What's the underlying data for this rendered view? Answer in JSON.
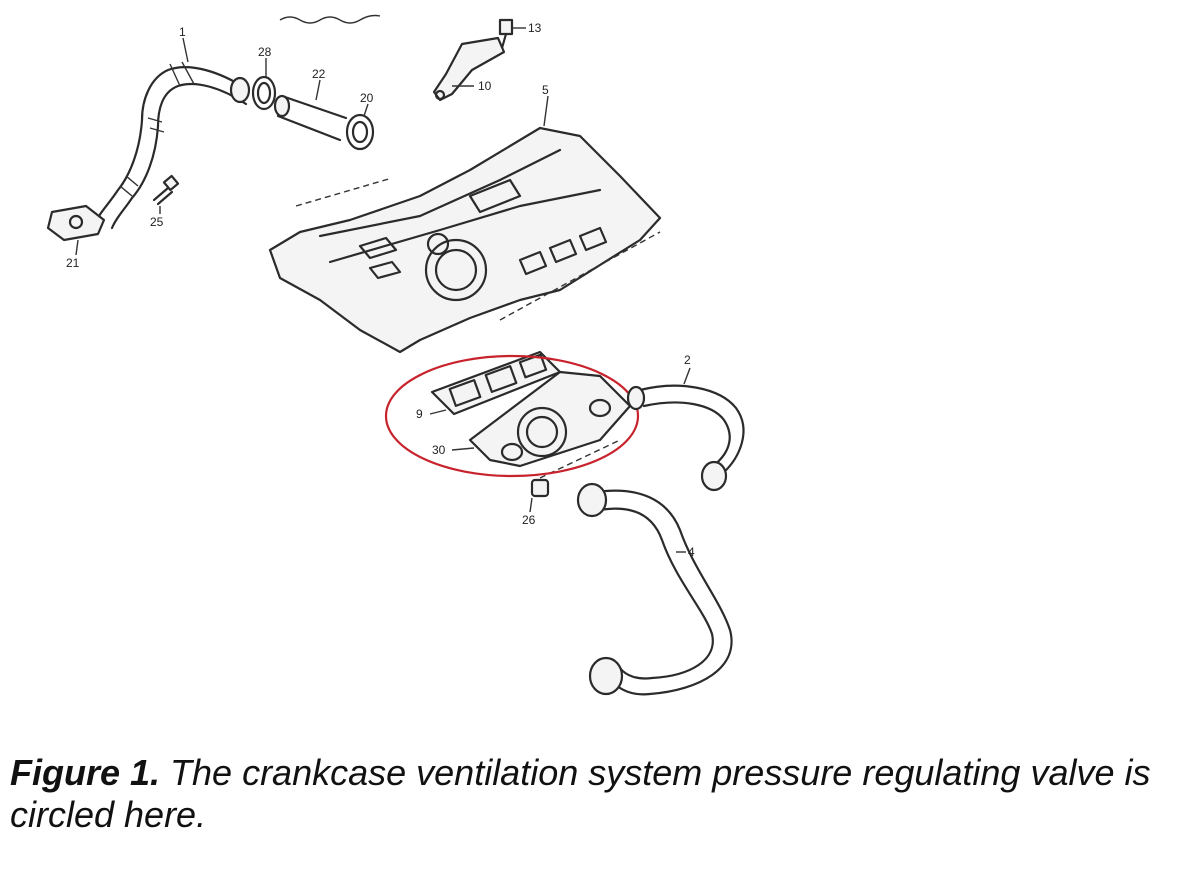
{
  "figure": {
    "label": "Figure 1.",
    "caption": " The crankcase ventilation system pressure regulating valve is circled here."
  },
  "callouts": {
    "n1": "1",
    "n2": "2",
    "n4": "4",
    "n5": "5",
    "n9": "9",
    "n10": "10",
    "n13": "13",
    "n20": "20",
    "n21": "21",
    "n22": "22",
    "n25": "25",
    "n26": "26",
    "n28": "28",
    "n30": "30"
  },
  "colors": {
    "highlight_circle": "#c8232c",
    "line_art": "#2b2b2b"
  }
}
